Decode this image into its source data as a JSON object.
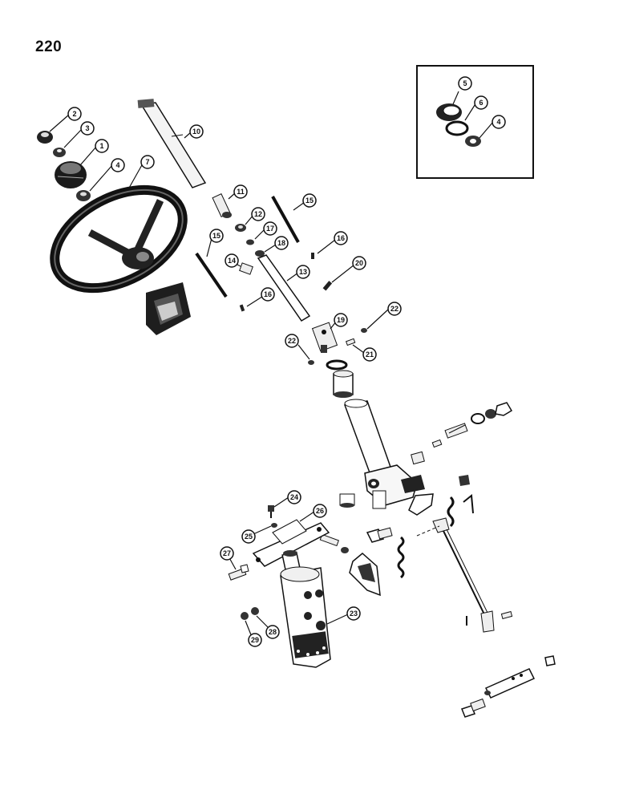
{
  "page": {
    "number": "220"
  },
  "diagram": {
    "title": "",
    "colors": {
      "ink": "#111111",
      "paper": "#ffffff"
    },
    "inset_callouts": [
      "5",
      "6",
      "4"
    ],
    "callouts": [
      "2",
      "3",
      "1",
      "4",
      "7",
      "10",
      "11",
      "12",
      "15",
      "17",
      "16",
      "18",
      "15",
      "14",
      "13",
      "20",
      "16",
      "19",
      "22",
      "22",
      "21",
      "24",
      "26",
      "25",
      "27",
      "23",
      "29",
      "28"
    ]
  }
}
